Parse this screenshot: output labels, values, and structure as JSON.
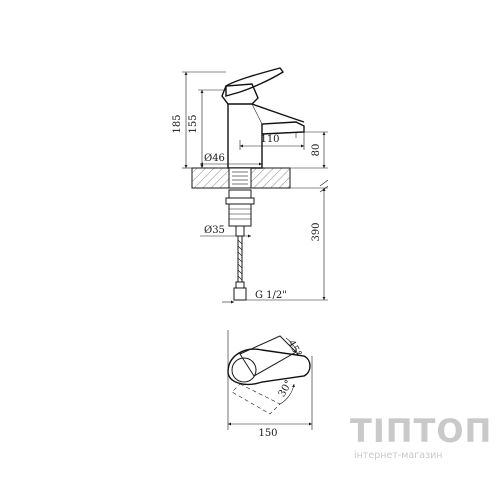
{
  "drawing": {
    "dim_185": "185",
    "dim_155": "155",
    "dim_110": "110",
    "dim_80": "80",
    "dim_46": "Ø46",
    "dim_390": "390",
    "dim_35": "Ø35",
    "dim_thread": "G 1/2\"",
    "dim_45deg": "45°",
    "dim_30deg": "30°",
    "dim_150": "150"
  },
  "watermark": {
    "logo": "TIПТОП",
    "subtitle": "інтернет-магазин"
  }
}
